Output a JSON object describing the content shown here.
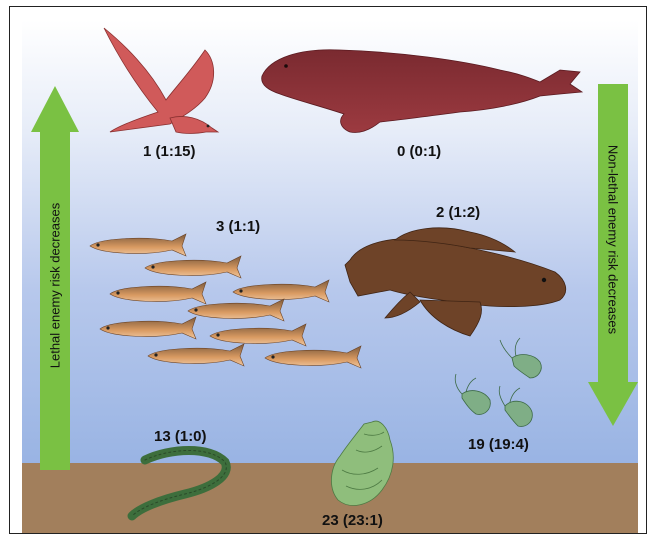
{
  "left_arrow": {
    "text": "Lethal enemy risk decreases",
    "direction": "up",
    "color": "#7ac143"
  },
  "right_arrow": {
    "text": "Non-lethal enemy risk decreases",
    "direction": "down",
    "color": "#7ac143"
  },
  "organisms": [
    {
      "id": "gull",
      "label": "1 (1:15)",
      "icon": "gull-icon",
      "color": "#d05a5a"
    },
    {
      "id": "seal",
      "label": "0 (0:1)",
      "icon": "seal-icon",
      "color": "#8a2e34"
    },
    {
      "id": "sprat",
      "label": "3 (1:1)",
      "icon": "sprat-icon",
      "color": "#d28f5e"
    },
    {
      "id": "goby",
      "label": "2 (1:2)",
      "icon": "goby-icon",
      "color": "#6e4328"
    },
    {
      "id": "shrimp",
      "label": "19 (19:4)",
      "icon": "shrimp-icon",
      "color": "#7fae86"
    },
    {
      "id": "worm",
      "label": "13 (1:0)",
      "icon": "worm-icon",
      "color": "#3d6e3c"
    },
    {
      "id": "snail",
      "label": "23 (23:1)",
      "icon": "snail-icon",
      "color": "#8fbe7c"
    }
  ]
}
